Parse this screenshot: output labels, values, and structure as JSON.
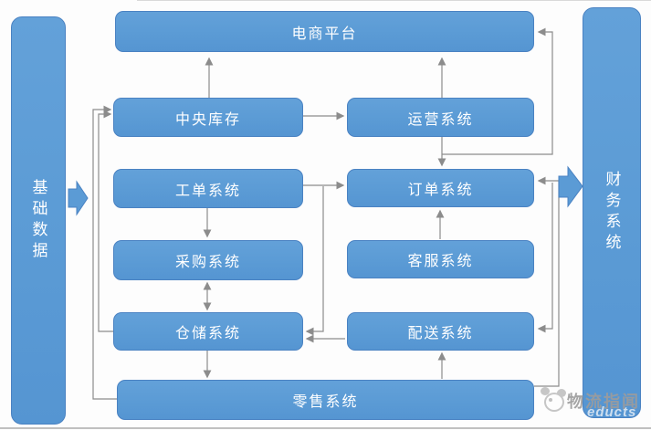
{
  "diagram": {
    "nodes": {
      "base_data": {
        "label": "基础数据"
      },
      "finance": {
        "label": "财务系统"
      },
      "ecommerce": {
        "label": "电商平台"
      },
      "central_inventory": {
        "label": "中央库存"
      },
      "operations": {
        "label": "运营系统"
      },
      "work_order": {
        "label": "工单系统"
      },
      "order": {
        "label": "订单系统"
      },
      "procurement": {
        "label": "采购系统"
      },
      "customer_service": {
        "label": "客服系统"
      },
      "warehouse": {
        "label": "仓储系统"
      },
      "distribution": {
        "label": "配送系统"
      },
      "retail": {
        "label": "零售系统"
      }
    },
    "edges": [
      {
        "from": "base_data",
        "to": "work_order",
        "style": "block-arrow"
      },
      {
        "from": "order",
        "to": "finance",
        "style": "block-arrow"
      },
      {
        "from": "central_inventory",
        "to": "ecommerce",
        "style": "arrow"
      },
      {
        "from": "central_inventory",
        "to": "operations",
        "style": "arrow"
      },
      {
        "from": "operations",
        "to": "ecommerce",
        "style": "arrow"
      },
      {
        "from": "order",
        "to": "ecommerce",
        "style": "arrow"
      },
      {
        "from": "operations",
        "to": "order",
        "style": "arrow"
      },
      {
        "from": "work_order",
        "to": "order",
        "style": "arrow"
      },
      {
        "from": "work_order",
        "to": "procurement",
        "style": "arrow"
      },
      {
        "from": "procurement",
        "to": "warehouse",
        "style": "double-arrow"
      },
      {
        "from": "order",
        "to": "warehouse",
        "style": "arrow"
      },
      {
        "from": "distribution",
        "to": "warehouse",
        "style": "arrow"
      },
      {
        "from": "warehouse",
        "to": "retail",
        "style": "arrow"
      },
      {
        "from": "retail",
        "to": "distribution",
        "style": "arrow"
      },
      {
        "from": "customer_service",
        "to": "order",
        "style": "arrow"
      },
      {
        "from": "warehouse",
        "to": "central_inventory",
        "style": "arrow"
      },
      {
        "from": "retail",
        "to": "central_inventory",
        "style": "arrow"
      },
      {
        "from": "retail",
        "to": "order",
        "style": "arrow"
      },
      {
        "from": "order",
        "to": "distribution",
        "style": "arrow"
      }
    ],
    "watermark": {
      "brand": "物流指闻",
      "sub": "educts"
    },
    "colors": {
      "node_fill": "#5B9BD5",
      "node_border": "#4A82C2",
      "connector": "#8C8C8C",
      "node_text": "#FFFFFF",
      "watermark_text": "#9C9C9C"
    }
  }
}
